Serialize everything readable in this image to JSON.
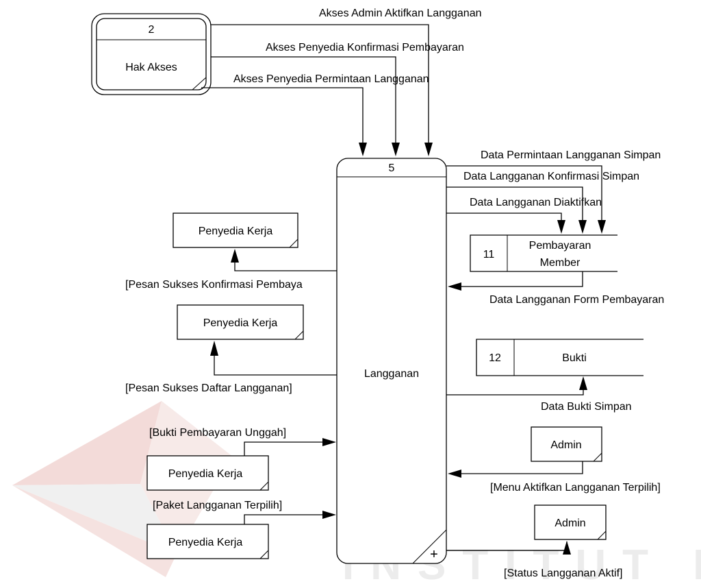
{
  "process_hak_akses": {
    "number": "2",
    "name": "Hak Akses"
  },
  "process_langganan": {
    "number": "5",
    "name": "Langganan"
  },
  "entities": {
    "penyedia_kerja_1": "Penyedia Kerja",
    "penyedia_kerja_2": "Penyedia Kerja",
    "penyedia_kerja_3": "Penyedia Kerja",
    "penyedia_kerja_4": "Penyedia Kerja",
    "admin_1": "Admin",
    "admin_2": "Admin"
  },
  "stores": {
    "pembayaran_member": {
      "id": "11",
      "name_line1": "Pembayaran",
      "name_line2": "Member"
    },
    "bukti": {
      "id": "12",
      "name": "Bukti"
    }
  },
  "flows": {
    "akses_admin_aktifkan": "Akses Admin Aktifkan Langganan",
    "akses_penyedia_konfirmasi": "Akses Penyedia Konfirmasi Pembayaran",
    "akses_penyedia_permintaan": "Akses Penyedia Permintaan Langganan",
    "data_permintaan_simpan": "Data Permintaan Langganan Simpan",
    "data_konfirmasi_simpan": "Data Langganan Konfirmasi Simpan",
    "data_diaktifkan": "Data Langganan Diaktifkan",
    "data_form_pembayaran": "Data Langganan Form Pembayaran",
    "data_bukti_simpan": "Data Bukti Simpan",
    "pesan_sukses_konfirmasi": "[Pesan Sukses Konfirmasi Pembaya",
    "pesan_sukses_daftar": "[Pesan Sukses Daftar Langganan]",
    "bukti_pembayaran_unggah": "[Bukti Pembayaran Unggah]",
    "paket_langganan_terpilih": "[Paket Langganan Terpilih]",
    "menu_aktifkan_terpilih": "[Menu Aktifkan Langganan Terpilih]",
    "status_langganan_aktif": "[Status Langganan Aktif]"
  },
  "watermark": "INSTITUT BISNIS"
}
